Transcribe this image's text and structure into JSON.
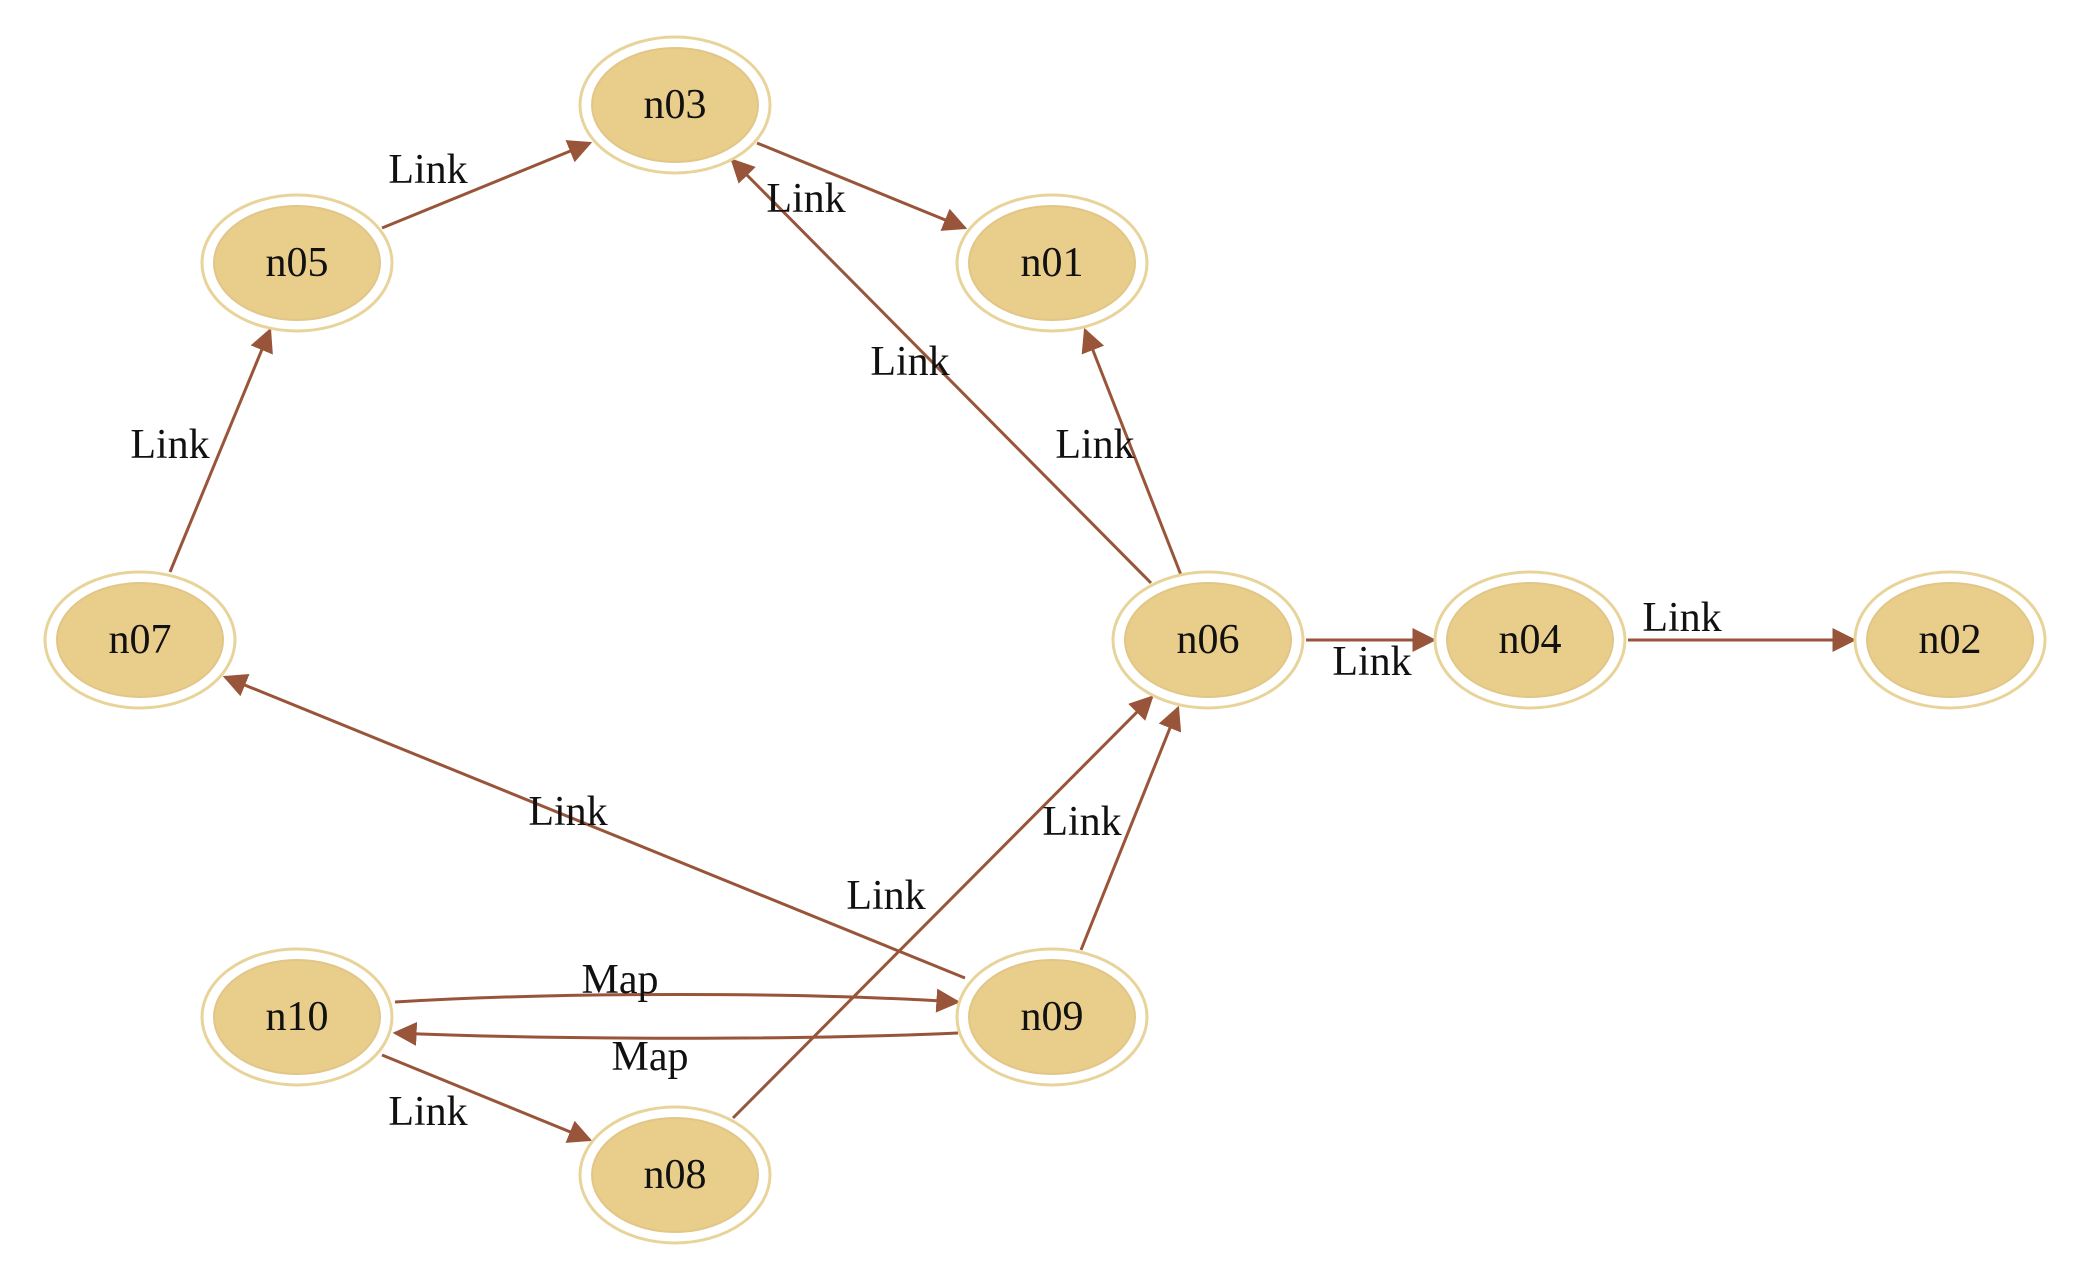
{
  "colors": {
    "node_fill": "#e9cd8a",
    "node_stroke": "#e8d49a",
    "edge": "#98553a",
    "label": "#111111"
  },
  "nodes": [
    {
      "id": "n01",
      "label": "n01"
    },
    {
      "id": "n02",
      "label": "n02"
    },
    {
      "id": "n03",
      "label": "n03"
    },
    {
      "id": "n04",
      "label": "n04"
    },
    {
      "id": "n05",
      "label": "n05"
    },
    {
      "id": "n06",
      "label": "n06"
    },
    {
      "id": "n07",
      "label": "n07"
    },
    {
      "id": "n08",
      "label": "n08"
    },
    {
      "id": "n09",
      "label": "n09"
    },
    {
      "id": "n10",
      "label": "n10"
    }
  ],
  "edges": [
    {
      "id": "e1",
      "from": "n05",
      "to": "n03",
      "label": "Link"
    },
    {
      "id": "e2",
      "from": "n03",
      "to": "n01",
      "label": ""
    },
    {
      "id": "e3",
      "from": "n06",
      "to": "n03",
      "label": "Link"
    },
    {
      "id": "e4",
      "from": "n06",
      "to": "n01",
      "label": "Link"
    },
    {
      "id": "e5",
      "from": "n07",
      "to": "n05",
      "label": "Link"
    },
    {
      "id": "e6",
      "from": "n06",
      "to": "n04",
      "label": "Link"
    },
    {
      "id": "e7",
      "from": "n04",
      "to": "n02",
      "label": "Link"
    },
    {
      "id": "e8",
      "from": "n09",
      "to": "n07",
      "label": "Link"
    },
    {
      "id": "e9",
      "from": "n08",
      "to": "n06",
      "label": "Link"
    },
    {
      "id": "e10",
      "from": "n09",
      "to": "n06",
      "label": "Link"
    },
    {
      "id": "e11",
      "from": "n10",
      "to": "n09",
      "label": "Map"
    },
    {
      "id": "e12",
      "from": "n09",
      "to": "n10",
      "label": "Map"
    },
    {
      "id": "e13",
      "from": "n10",
      "to": "n08",
      "label": "Link"
    }
  ],
  "extra_labels": [
    {
      "id": "x1",
      "label": "Link"
    }
  ]
}
